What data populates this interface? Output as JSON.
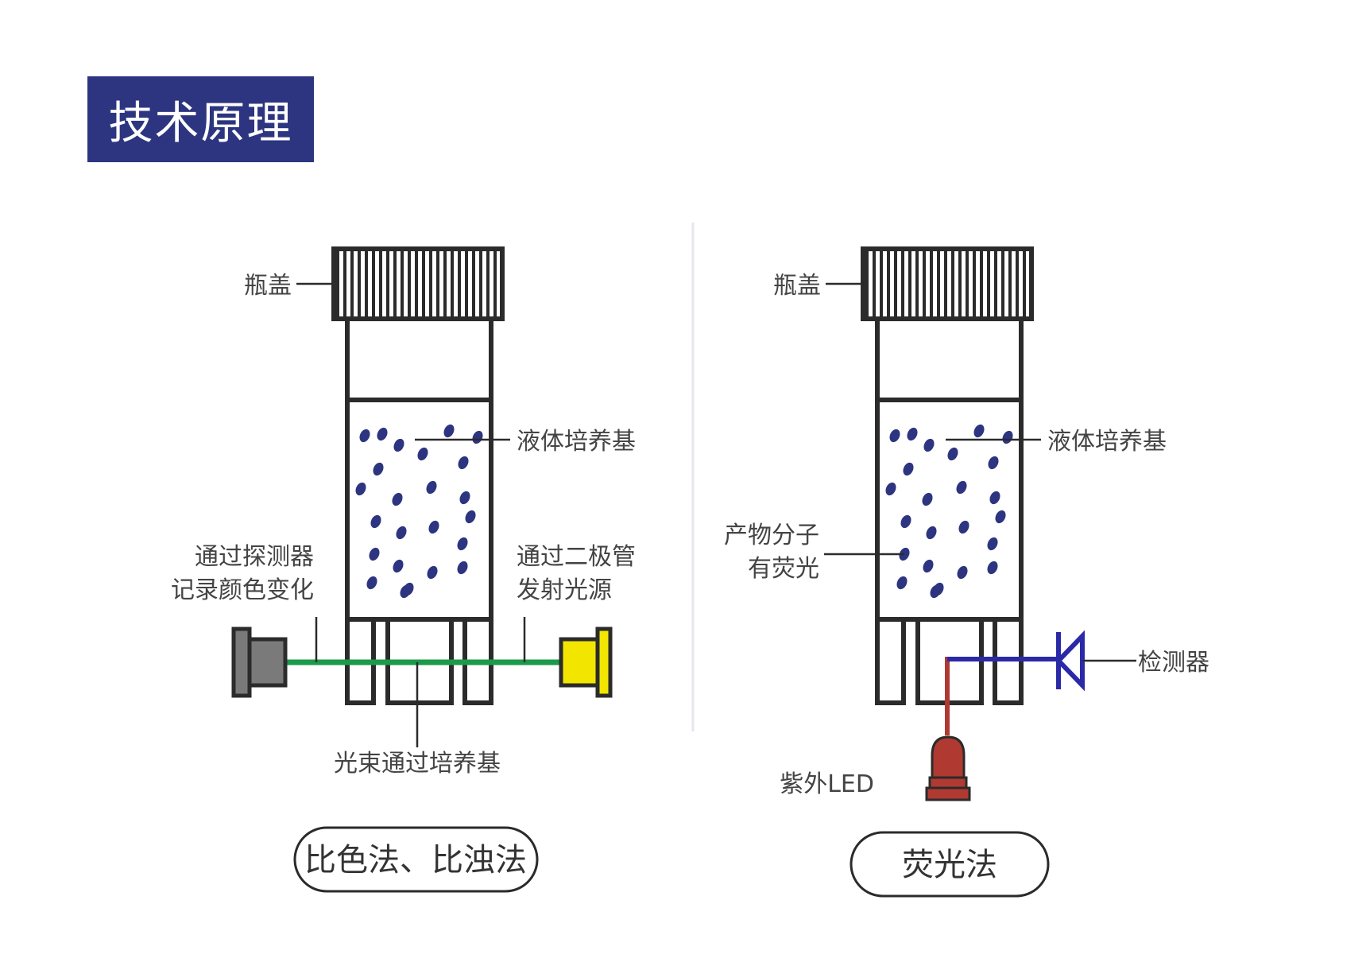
{
  "title": "技术原理",
  "left_panel": {
    "cap_label": "瓶盖",
    "medium_label": "液体培养基",
    "detector_label_line1": "通过探测器",
    "detector_label_line2": "记录颜色变化",
    "source_label_line1": "通过二极管",
    "source_label_line2": "发射光源",
    "beam_label": "光束通过培养基",
    "method": "比色法、比浊法"
  },
  "right_panel": {
    "cap_label": "瓶盖",
    "medium_label": "液体培养基",
    "product_label_line1": "产物分子",
    "product_label_line2": "有荧光",
    "detector_label": "检测器",
    "led_label": "紫外LED",
    "method": "荧光法"
  },
  "colors": {
    "title_bg": "#2d3580",
    "outline": "#2b2b2b",
    "particle": "#2d3580",
    "beam": "#1a9a4a",
    "source": "#f2e600",
    "detector_gray": "#7a7a7a",
    "detector_blue": "#2a2aa8",
    "led_red": "#b03a32"
  }
}
